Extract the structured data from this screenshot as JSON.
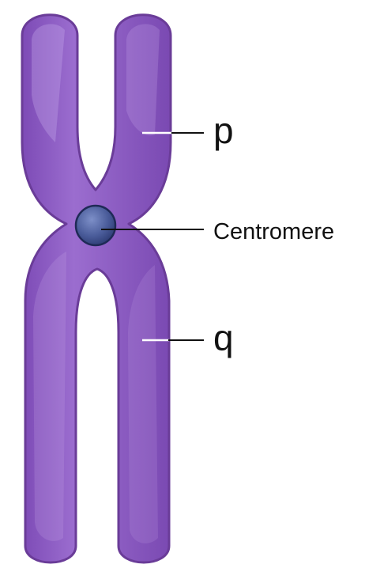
{
  "diagram": {
    "labels": {
      "p_arm": "p",
      "centromere": "Centromere",
      "q_arm": "q"
    },
    "colors": {
      "chromatid_fill": "#8e5cc3",
      "chromatid_stroke": "#6a3c98",
      "highlight": "#b490dd",
      "centromere_fill": "#4a5c9a",
      "centromere_stroke": "#1f2a56",
      "leader_line": "#111111",
      "inner_line": "#ffffff"
    }
  }
}
